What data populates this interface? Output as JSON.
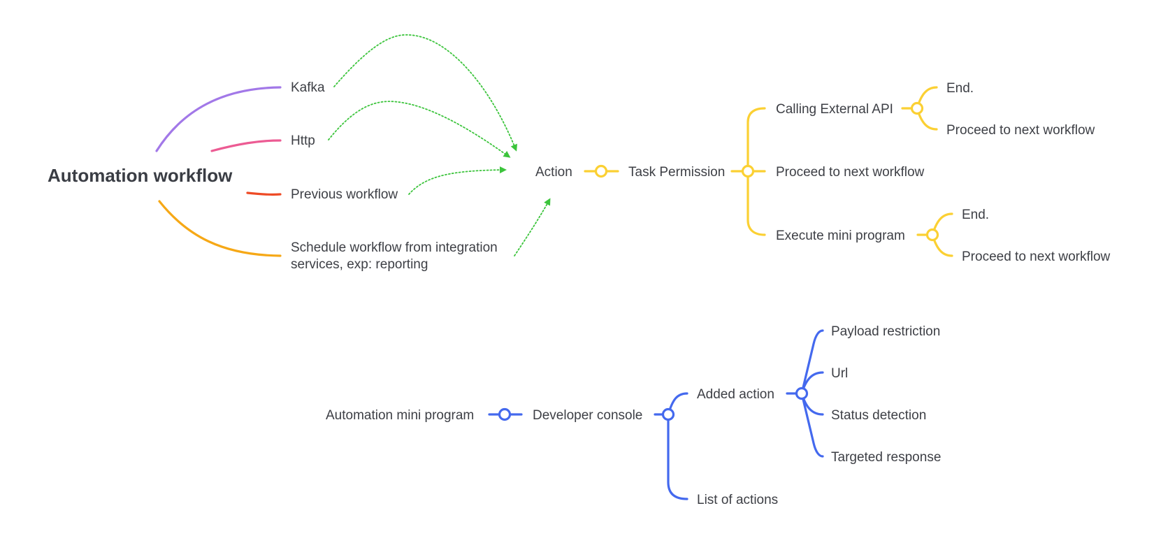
{
  "colors": {
    "purple": "#a278e8",
    "pink": "#ec5b93",
    "red": "#ee4a25",
    "orange": "#f6a816",
    "yellow": "#fbd033",
    "blue": "#4469ee",
    "arrow_green": "#3cc43c",
    "text": "#3d3f45"
  },
  "root": {
    "label": "Automation workflow"
  },
  "inputs": {
    "kafka": "Kafka",
    "http": "Http",
    "previous": "Previous workflow",
    "schedule_line1": "Schedule workflow from integration",
    "schedule_line2": "services, exp: reporting"
  },
  "flow": {
    "action": "Action",
    "task_permission": "Task Permission",
    "calling_api": "Calling External API",
    "calling_api_end": "End.",
    "calling_api_proceed": "Proceed to next workflow",
    "proceed": "Proceed to next workflow",
    "execute_mini": "Execute mini program",
    "execute_end": "End.",
    "execute_proceed": "Proceed to next workflow"
  },
  "mini": {
    "automation_mini": "Automation mini program",
    "developer_console": "Developer console",
    "added_action": "Added action",
    "payload": "Payload restriction",
    "url": "Url",
    "status": "Status detection",
    "targeted": "Targeted response",
    "list_actions": "List of actions"
  }
}
